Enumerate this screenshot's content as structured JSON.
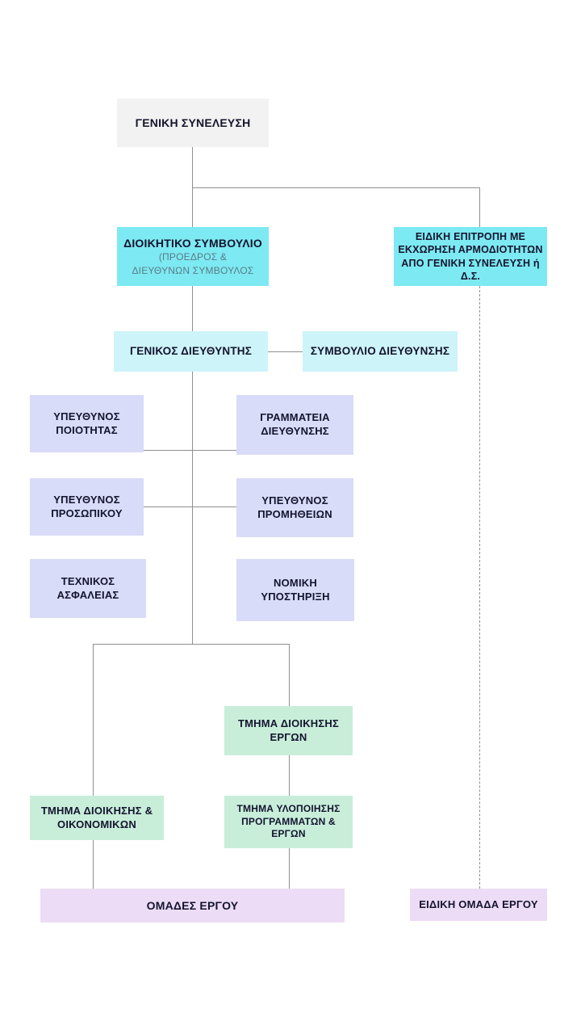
{
  "diagram": {
    "type": "org-chart",
    "language": "el",
    "palette": {
      "box_gray": "#f2f2f2",
      "box_cyan": "#7de9f2",
      "box_cyan_light": "#cdf4f9",
      "box_lavender": "#d8dcf8",
      "box_green": "#c8eeda",
      "box_pink": "#ecdcf5",
      "connector_line": "#8f8f8f",
      "text": "#14142e",
      "text_muted": "#5a7d86"
    },
    "nodes": {
      "general_assembly": {
        "lines": [
          "ΓΕΝΙΚΗ ΣΥΝΕΛΕΥΣΗ"
        ]
      },
      "board": {
        "title": "ΔΙΟΙΚΗΤΙΚΟ ΣΥΜΒΟΥΛΙΟ",
        "sub": [
          "(ΠΡΟΕΔΡΟΣ &",
          "ΔΙΕΥΘΥΝΩΝ ΣΥΜΒΟΥΛΟΣ"
        ]
      },
      "special_committee": {
        "lines": [
          "ΕΙΔΙΚΗ ΕΠΙΤΡΟΠΗ ΜΕ",
          "ΕΚΧΩΡΗΣΗ ΑΡΜΟΔΙΟΤΗΤΩΝ",
          "ΑΠΟ ΓΕΝΙΚΗ ΣΥΝΕΛΕΥΣΗ ή Δ.Σ."
        ]
      },
      "general_director": {
        "lines": [
          "ΓΕΝΙΚΟΣ ΔΙΕΥΘΥΝΤΗΣ"
        ]
      },
      "management_council": {
        "lines": [
          "ΣΥΜΒΟΥΛΙΟ ΔΙΕΥΘΥΝΣΗΣ"
        ]
      },
      "quality_manager": {
        "lines": [
          "ΥΠΕΥΘΥΝΟΣ",
          "ΠΟΙΟΤΗΤΑΣ"
        ]
      },
      "management_secretariat": {
        "lines": [
          "ΓΡΑΜΜΑΤΕΙΑ",
          "ΔΙΕΥΘΥΝΣΗΣ"
        ]
      },
      "personnel_manager": {
        "lines": [
          "ΥΠΕΥΘΥΝΟΣ",
          "ΠΡΟΣΩΠΙΚΟΥ"
        ]
      },
      "procurement_manager": {
        "lines": [
          "ΥΠΕΥΘΥΝΟΣ",
          "ΠΡΟΜΗΘΕΙΩΝ"
        ]
      },
      "safety_technician": {
        "lines": [
          "ΤΕΧΝΙΚΟΣ",
          "ΑΣΦΑΛΕΙΑΣ"
        ]
      },
      "legal_support": {
        "lines": [
          "ΝΟΜΙΚΗ",
          "ΥΠΟΣΤΗΡΙΞΗ"
        ]
      },
      "project_mgmt_dept": {
        "lines": [
          "ΤΜΗΜΑ ΔΙΟΙΚΗΣΗΣ",
          "ΕΡΓΩΝ"
        ]
      },
      "admin_finance_dept": {
        "lines": [
          "ΤΜΗΜΑ ΔΙΟΙΚΗΣΗΣ &",
          "ΟΙΚΟΝΟΜΙΚΩΝ"
        ]
      },
      "programs_projects_dept": {
        "lines": [
          "ΤΜΗΜΑ ΥΛΟΠΟΙΗΣΗΣ",
          "ΠΡΟΓΡΑΜΜΑΤΩΝ &",
          "ΕΡΓΩΝ"
        ]
      },
      "project_teams": {
        "lines": [
          "ΟΜΑΔΕΣ ΕΡΓΟΥ"
        ]
      },
      "special_project_team": {
        "lines": [
          "ΕΙΔΙΚΗ ΟΜΑΔΑ ΕΡΓΟΥ"
        ]
      }
    },
    "edges": [
      "general_assembly -> board",
      "general_assembly -> special_committee",
      "board -> general_director",
      "general_director -> management_council",
      "general_director -> quality_manager",
      "general_director -> management_secretariat",
      "general_director -> personnel_manager",
      "general_director -> procurement_manager",
      "general_director -> admin_finance_dept",
      "general_director -> project_mgmt_dept",
      "project_mgmt_dept -> programs_projects_dept",
      "admin_finance_dept -> project_teams",
      "programs_projects_dept -> project_teams",
      "special_committee -> special_project_team (dashed)"
    ]
  }
}
